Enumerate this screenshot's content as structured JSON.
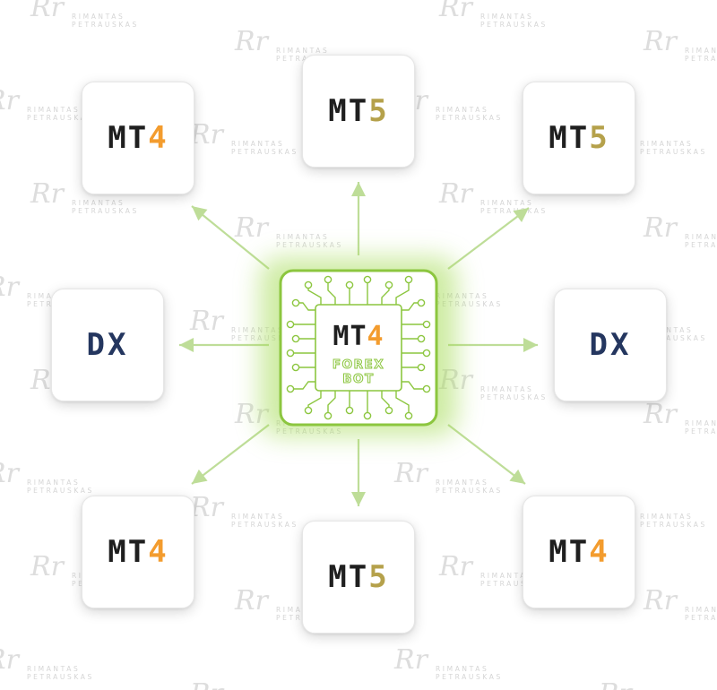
{
  "colors": {
    "green": "#8cc63f",
    "green_light": "#bedd98",
    "mt4_accent": "#f39c2e",
    "mt5_accent": "#b5a14b",
    "dark": "#1f1f1f",
    "dx_blue": "#24365f"
  },
  "hub": {
    "title_prefix": "MT",
    "title_digit": "4",
    "line1": "FOREX",
    "line2": "BOT",
    "icon": "chip-icon"
  },
  "nodes": [
    {
      "id": "top-left",
      "prefix": "MT",
      "digit": "4"
    },
    {
      "id": "top",
      "prefix": "MT",
      "digit": "5"
    },
    {
      "id": "top-right",
      "prefix": "MT",
      "digit": "5"
    },
    {
      "id": "left",
      "prefix": "DX",
      "digit": ""
    },
    {
      "id": "right",
      "prefix": "DX",
      "digit": ""
    },
    {
      "id": "bottom-left",
      "prefix": "MT",
      "digit": "4"
    },
    {
      "id": "bottom",
      "prefix": "MT",
      "digit": "5"
    },
    {
      "id": "bottom-right",
      "prefix": "MT",
      "digit": "4"
    }
  ],
  "watermark": {
    "line1": "RIMANTAS",
    "line2": "PETRAUSKAS"
  }
}
